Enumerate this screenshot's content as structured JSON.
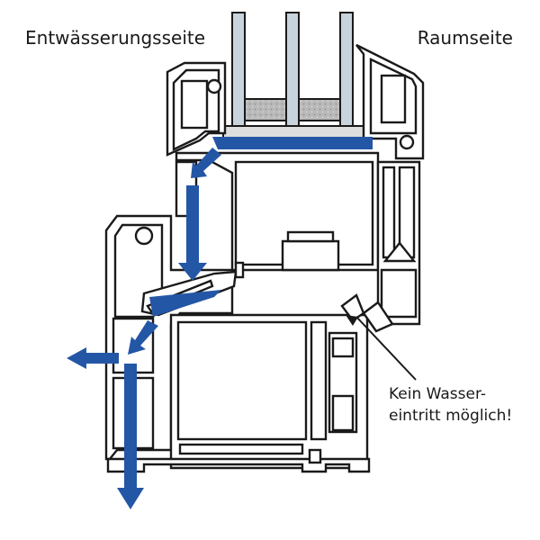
{
  "labels": {
    "drainage_side": "Entwässerungsseite",
    "room_side": "Raumseite"
  },
  "note": {
    "line1": "Kein Wasser-",
    "line2": "eintritt möglich!"
  },
  "colors": {
    "water_arrow": "#2456a6",
    "outline": "#1a1a1a",
    "glass": "#c9d3dc",
    "seal": "#8f8f8f",
    "background": "#ffffff"
  }
}
